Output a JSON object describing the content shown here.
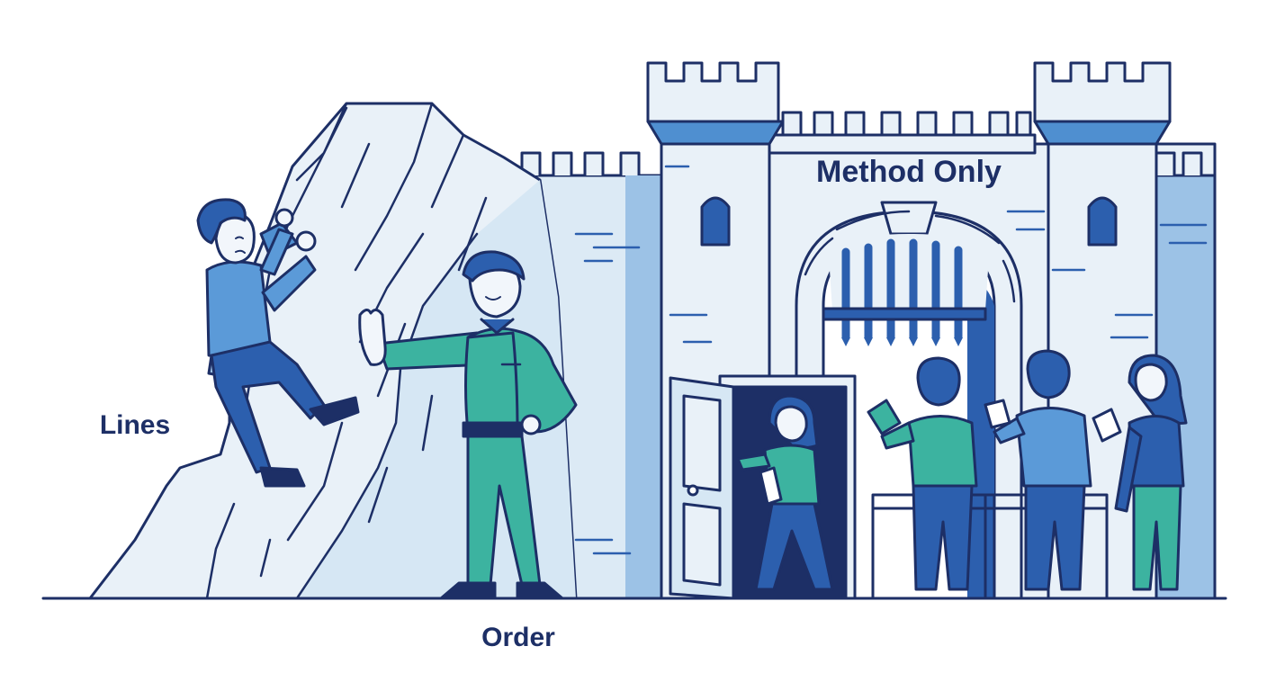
{
  "labels": {
    "left": "Lines",
    "top": "Method Only",
    "bottom": "Order"
  },
  "palette": {
    "outline": "#1d2f66",
    "stone": "#e9f1f8",
    "wall_shade": "#cfe2f1",
    "blue": "#4f8fd0",
    "dark_blue": "#2c5fae",
    "teal": "#3cb3a0"
  }
}
